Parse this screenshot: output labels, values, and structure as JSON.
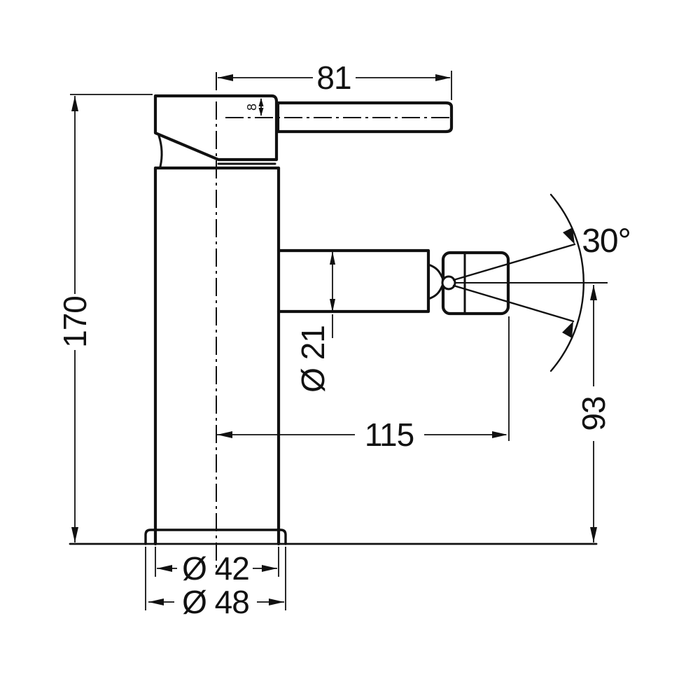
{
  "drawing": {
    "type": "technical-dimension-drawing",
    "subject": "single-lever mixer tap, side elevation",
    "units": "mm",
    "colors": {
      "line": "#111111",
      "background": "#ffffff"
    },
    "dimensions": {
      "handle_length": {
        "label": "81",
        "orientation": "horizontal"
      },
      "handle_offset": {
        "label": "8",
        "orientation": "vertical-rotated"
      },
      "total_height": {
        "label": "170",
        "orientation": "vertical-rotated"
      },
      "spout_diameter": {
        "label": "Ø 21",
        "orientation": "vertical-rotated"
      },
      "swivel_angle": {
        "label": "30°",
        "orientation": "horizontal"
      },
      "spout_reach": {
        "label": "115",
        "orientation": "horizontal"
      },
      "spout_height": {
        "label": "93",
        "orientation": "vertical-rotated"
      },
      "body_diameter": {
        "label": "Ø 42",
        "orientation": "horizontal"
      },
      "base_diameter": {
        "label": "Ø 48",
        "orientation": "horizontal"
      }
    }
  }
}
